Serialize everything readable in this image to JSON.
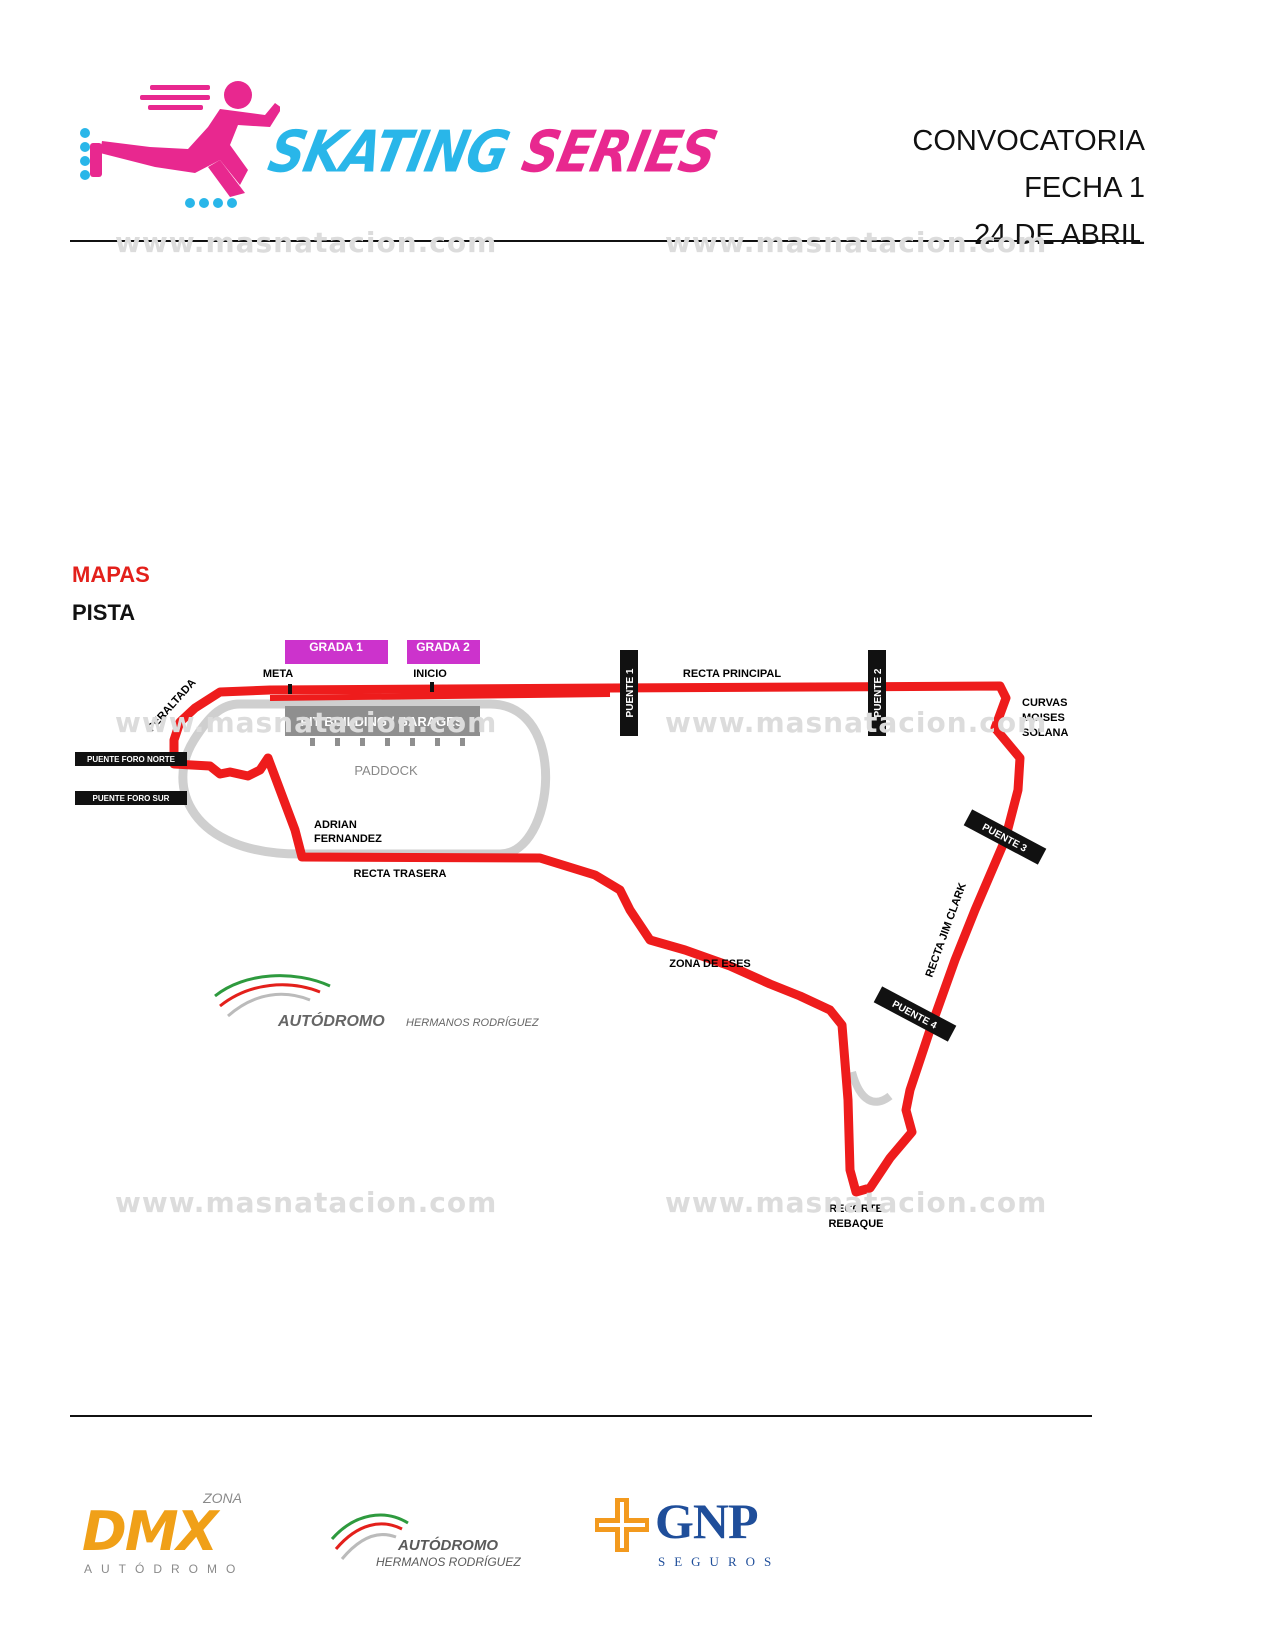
{
  "header": {
    "logo_word1": "SKATING",
    "logo_word2": "SERIES",
    "title_lines": [
      "CONVOCATORIA",
      "FECHA 1",
      "24 DE ABRIL"
    ]
  },
  "watermark": "www.masnatacion.com",
  "section": {
    "title": "MAPAS",
    "subtitle": "PISTA"
  },
  "map": {
    "grandstands": [
      "GRADA 1",
      "GRADA 2"
    ],
    "pit_building": "PIT BUILDING / GARAGES",
    "paddock": "PADDOCK",
    "labels": {
      "meta": "META",
      "inicio": "INICIO",
      "recta_principal": "RECTA PRINCIPAL",
      "curvas": [
        "CURVAS",
        "MOISES",
        "SOLANA"
      ],
      "peraltada": "PERALTADA",
      "adrian": [
        "ADRIAN",
        "FERNANDEZ"
      ],
      "recta_trasera": "RECTA TRASERA",
      "zona_eses": "ZONA DE ESES",
      "recta_jim_clark": "RECTA JIM CLARK",
      "recorte": [
        "RECORTE",
        "REBAQUE"
      ]
    },
    "bridges": {
      "puente_1": "PUENTE 1",
      "puente_2": "PUENTE 2",
      "puente_3": "PUENTE 3",
      "puente_4": "PUENTE 4",
      "puente_foro_norte": "PUENTE FORO NORTE",
      "puente_foro_sur": "PUENTE FORO SUR"
    },
    "venue_logo": {
      "brand": "AUTÓDROMO",
      "name": "HERMANOS RODRÍGUEZ"
    },
    "colors": {
      "track": "#ee1c1c",
      "circuit_grey": "#cfcfcf",
      "grandstand": "#cc33cc",
      "bridge": "#111111"
    }
  },
  "footer": {
    "dmx": {
      "zona": "ZONA",
      "main": "DMX",
      "sub": "AUTÓDROMO"
    },
    "autodromo": {
      "line1": "AUTÓDROMO",
      "line2": "HERMANOS RODRÍGUEZ"
    },
    "gnp": {
      "name": "GNP",
      "sub": "SEGUROS"
    }
  }
}
